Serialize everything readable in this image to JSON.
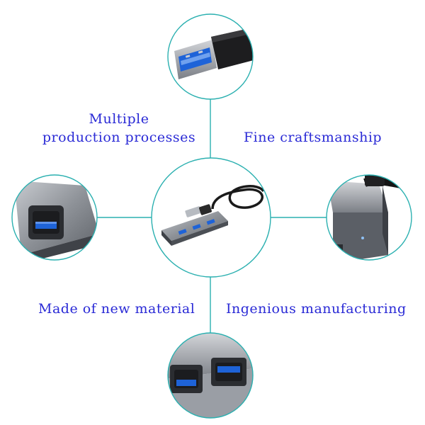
{
  "labels": {
    "top_left_line1": "Multiple",
    "top_left_line2": "production processes",
    "top_right": "Fine craftsmanship",
    "bottom_left": "Made of new material",
    "bottom_right": "Ingenious manufacturing"
  },
  "colors": {
    "connector_line": "#2bb0b0",
    "circle_border": "#2bb0b0",
    "label_text": "#2a2ad6",
    "usb_blue": "#1e63d8"
  },
  "icons": {
    "center": "usb-hub-icon",
    "top": "usb-plug-icon",
    "left": "usb-port-closeup-icon",
    "right": "hub-corner-icon",
    "bottom": "dual-usb-ports-icon"
  }
}
